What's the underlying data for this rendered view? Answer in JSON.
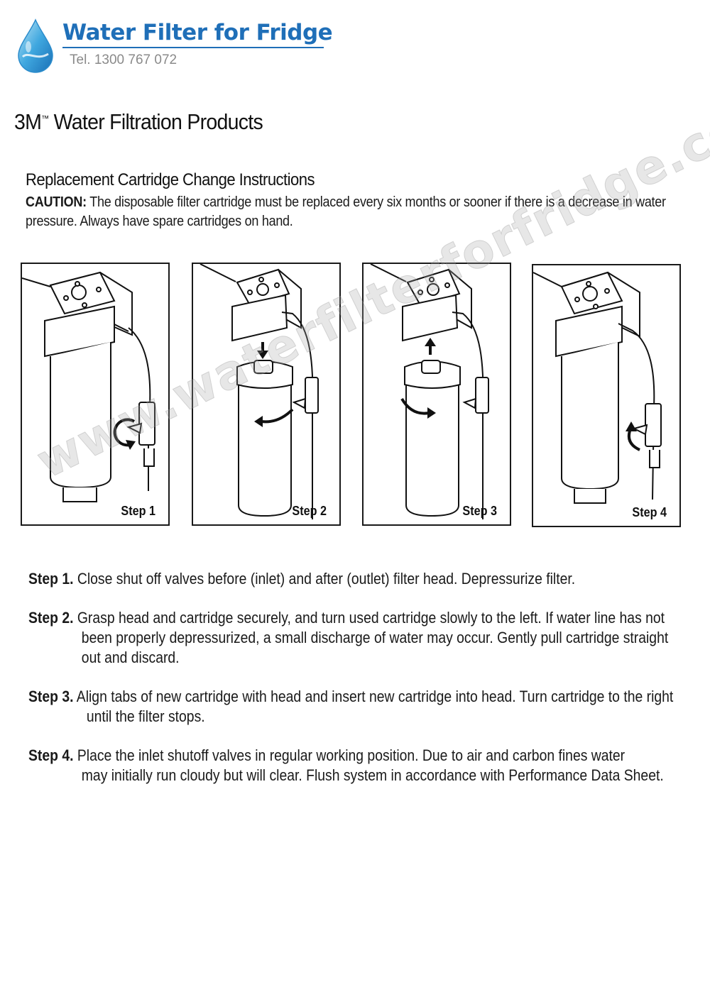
{
  "header": {
    "brand": "Water Filter for Fridge",
    "tel": "Tel. 1300 767 072"
  },
  "title": {
    "prefix": "3M",
    "tm": "™",
    "rest": " Water Filtration Products"
  },
  "subtitle": "Replacement Cartridge Change Instructions",
  "caution": {
    "label": "CAUTION:",
    "text": " The disposable filter cartridge must be replaced every six months or sooner if there is a decrease in water pressure. Always have spare cartridges on hand."
  },
  "panels": [
    {
      "label": "Step 1"
    },
    {
      "label": "Step 2"
    },
    {
      "label": "Step 3"
    },
    {
      "label": "Step 4"
    }
  ],
  "watermark": "www.waterfilterforfridge.com.au",
  "steps": [
    {
      "label": "Step 1.",
      "line1": " Close shut off valves before (inlet) and after (outlet) filter head. Depressurize filter.",
      "cont": ""
    },
    {
      "label": "Step 2.",
      "line1": " Grasp head and cartridge securely, and turn used cartridge slowly to the left. If water line has not",
      "cont": "been properly depressurized, a small discharge of water may occur. Gently pull cartridge straight out and discard."
    },
    {
      "label": "Step 3.",
      "line1": " Align tabs of new cartridge with head and insert new cartridge into head. Turn cartridge to the right",
      "cont": "until the filter stops."
    },
    {
      "label": "Step 4.",
      "line1": " Place the inlet shutoff valves in regular working position. Due to air and carbon fines water",
      "cont": "may initially run cloudy but will clear. Flush system in accordance with Performance Data Sheet."
    }
  ],
  "colors": {
    "brand": "#1f6fb8",
    "tel": "#8a8a8a",
    "border": "#1a1a1a"
  }
}
